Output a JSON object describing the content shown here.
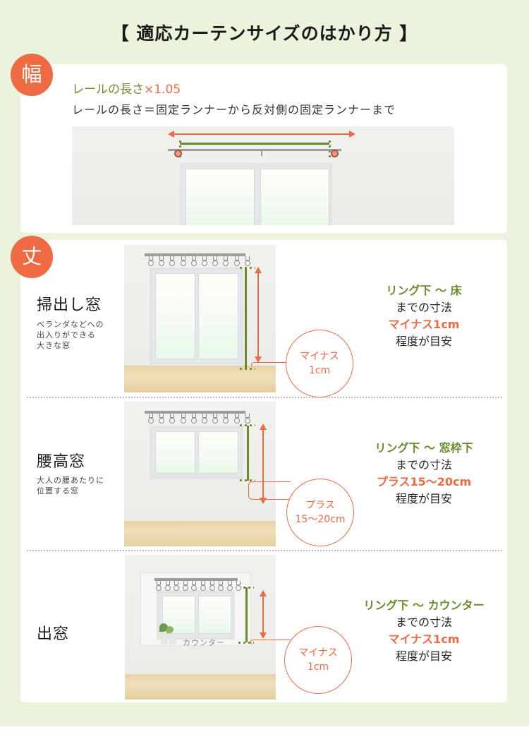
{
  "title": "【 適応カーテンサイズのはかり方 】",
  "width_section": {
    "badge": "幅",
    "formula_main": "レールの長さ",
    "formula_multiplier": "×1.05",
    "description": "レールの長さ＝固定ランナーから反対側の固定ランナーまで"
  },
  "height_section": {
    "badge": "丈",
    "windows": [
      {
        "name": "掃出し窓",
        "description_lines": [
          "ベランダなどへの",
          "出入りができる",
          "大きな窓"
        ],
        "guide_range": "リング下 ～ 床",
        "guide_line2": "までの寸法",
        "guide_adjust": "マイナス1cm",
        "guide_line4": "程度が目安",
        "callout_line1": "マイナス",
        "callout_line2": "1cm"
      },
      {
        "name": "腰高窓",
        "description_lines": [
          "大人の腰あたりに",
          "位置する窓"
        ],
        "guide_range": "リング下 ～ 窓枠下",
        "guide_line2": "までの寸法",
        "guide_adjust": "プラス15～20cm",
        "guide_line4": "程度が目安",
        "callout_line1": "プラス",
        "callout_line2": "15～20cm"
      },
      {
        "name": "出窓",
        "description_lines": [],
        "guide_range": "リング下 ～ カウンター",
        "guide_line2": "までの寸法",
        "guide_adjust": "マイナス1cm",
        "guide_line4": "程度が目安",
        "callout_line1": "マイナス",
        "callout_line2": "1cm",
        "counter_label": "カウンター"
      }
    ]
  },
  "colors": {
    "background": "#ecf3dc",
    "accent_orange": "#ee6a43",
    "accent_green": "#6c8c2d"
  }
}
